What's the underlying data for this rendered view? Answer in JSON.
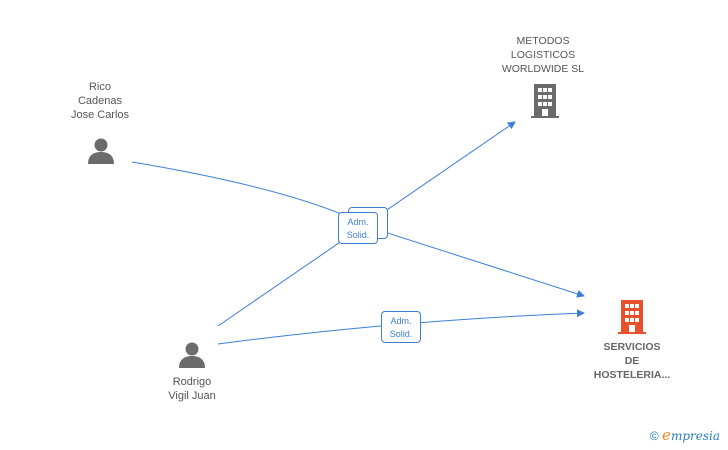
{
  "nodes": {
    "rico": {
      "label": "Rico\nCadenas\nJose Carlos"
    },
    "rodrigo": {
      "label": "Rodrigo\nVigil Juan"
    },
    "metodos": {
      "label": "METODOS\nLOGISTICOS\nWORLDWIDE SL"
    },
    "servicios": {
      "label": "SERVICIOS\nDE\nHOSTELERIA..."
    }
  },
  "edges": {
    "badge_top": {
      "line1": "Adm.",
      "line2": "Solid."
    },
    "badge_bottom": {
      "line1": "Adm.",
      "line2": "Solid."
    }
  },
  "colors": {
    "edge": "#3c7fd6",
    "person_icon": "#6b6b6b",
    "company_icon": "#6b6b6b",
    "company_highlight": "#e8512a"
  },
  "footer": {
    "copyright": "©",
    "brand_e": "e",
    "brand_rest": "mpresia"
  }
}
